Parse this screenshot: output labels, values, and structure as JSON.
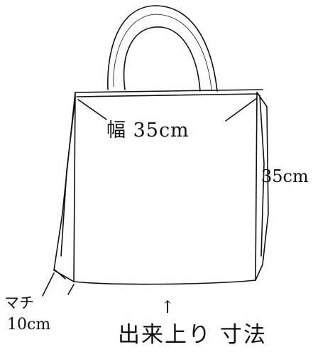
{
  "labels": {
    "width": "幅 35cm",
    "height": "35cm",
    "gusset_label": "マチ",
    "gusset_value": "10cm",
    "arrow": "↑",
    "caption": "出来上り 寸法"
  },
  "colors": {
    "ink": "#111111",
    "background": "#ffffff"
  }
}
